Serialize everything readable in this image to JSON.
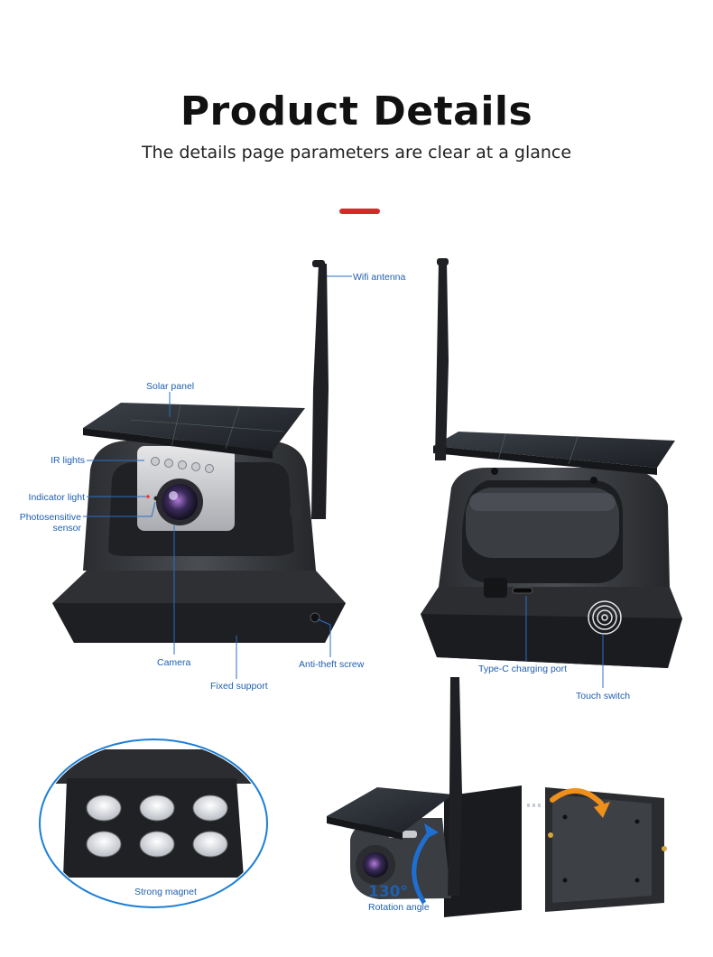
{
  "header": {
    "title": "Product Details",
    "subtitle": "The details page parameters are clear at a glance"
  },
  "labels": {
    "wifi_antenna": "Wifi antenna",
    "solar_panel": "Solar panel",
    "ir_lights": "IR lights",
    "indicator_light": "Indicator light",
    "photosensitive_1": "Photosensitive",
    "photosensitive_2": "sensor",
    "camera": "Camera",
    "fixed_support": "Fixed support",
    "anti_theft_screw": "Anti-theft screw",
    "type_c_port": "Type-C charging port",
    "touch_switch": "Touch switch",
    "strong_magnet": "Strong magnet",
    "rotation_value": "130°",
    "rotation_angle": "Rotation angle"
  },
  "colors": {
    "accent": "#d42a2a",
    "label_blue": "#1f5fb0",
    "callout_line": "#2a6fc9",
    "device_body": "#3a3c40",
    "magnet_circle": "#1c7fd6"
  }
}
